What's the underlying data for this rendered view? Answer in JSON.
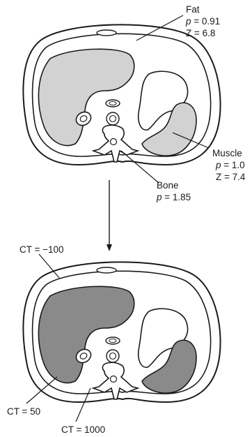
{
  "labels": {
    "fat": {
      "title": "Fat",
      "density_symbol": "p",
      "density_value": "= 0.91",
      "z": "Z = 6.8"
    },
    "muscle": {
      "title": "Muscle",
      "density_symbol": "p",
      "density_value": "= 1.0",
      "z": "Z = 7.4"
    },
    "bone": {
      "title": "Bone",
      "density_symbol": "p",
      "density_value": "= 1.85"
    },
    "ct_fat": "CT = −100",
    "ct_muscle": "CT = 50",
    "ct_bone": "CT = 1000"
  },
  "colors": {
    "outline": "#1a1a1a",
    "organ_fill_top": "#d2d2d2",
    "organ_fill_bottom": "#8a8a8a",
    "background": "#ffffff"
  }
}
